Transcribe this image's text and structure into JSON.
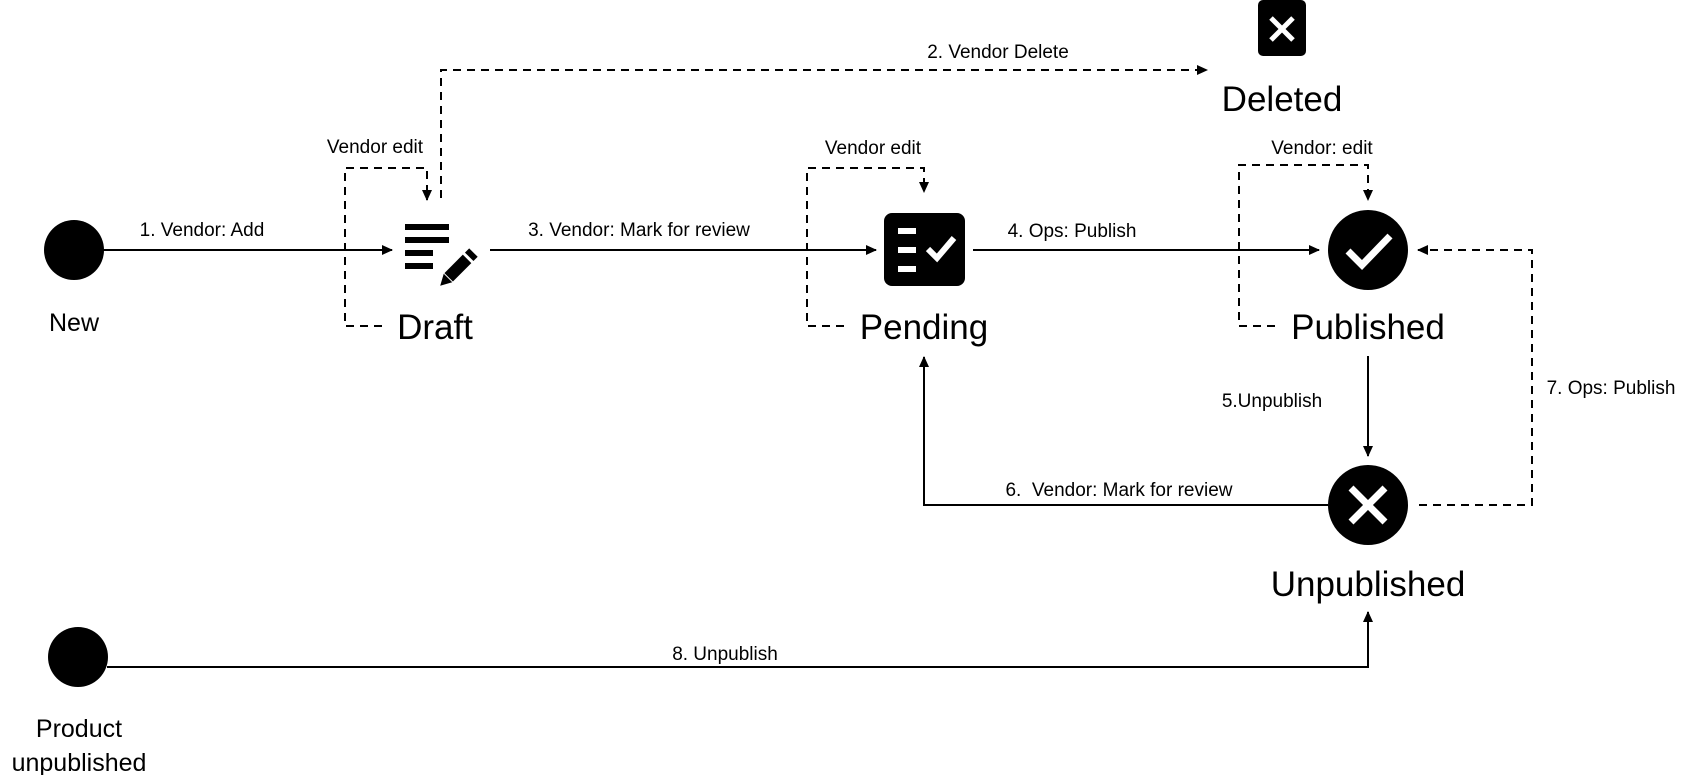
{
  "states": {
    "new": "New",
    "draft": "Draft",
    "pending": "Pending",
    "published": "Published",
    "unpublished": "Unpublished",
    "deleted": "Deleted",
    "product_unpublished_line1": "Product",
    "product_unpublished_line2": "unpublished"
  },
  "transitions": {
    "vendor_add": "1. Vendor: Add",
    "vendor_delete": "2. Vendor Delete",
    "mark_for_review": "3. Vendor: Mark for review",
    "ops_publish": "4. Ops: Publish",
    "unpublish": "5.Unpublish",
    "vendor_mark_review_again": "6.  Vendor: Mark for review",
    "ops_publish_again": "7. Ops: Publish",
    "product_unpublish": "8. Unpublish",
    "draft_edit": "Vendor edit",
    "pending_edit": "Vendor edit",
    "published_edit": "Vendor: edit"
  },
  "icons": {
    "draft": "edit-note-icon",
    "pending": "checklist-icon",
    "published": "check-circle-icon",
    "unpublished": "close-circle-icon",
    "deleted": "delete-box-icon"
  },
  "colors": {
    "stroke": "#000000",
    "background": "#ffffff"
  }
}
